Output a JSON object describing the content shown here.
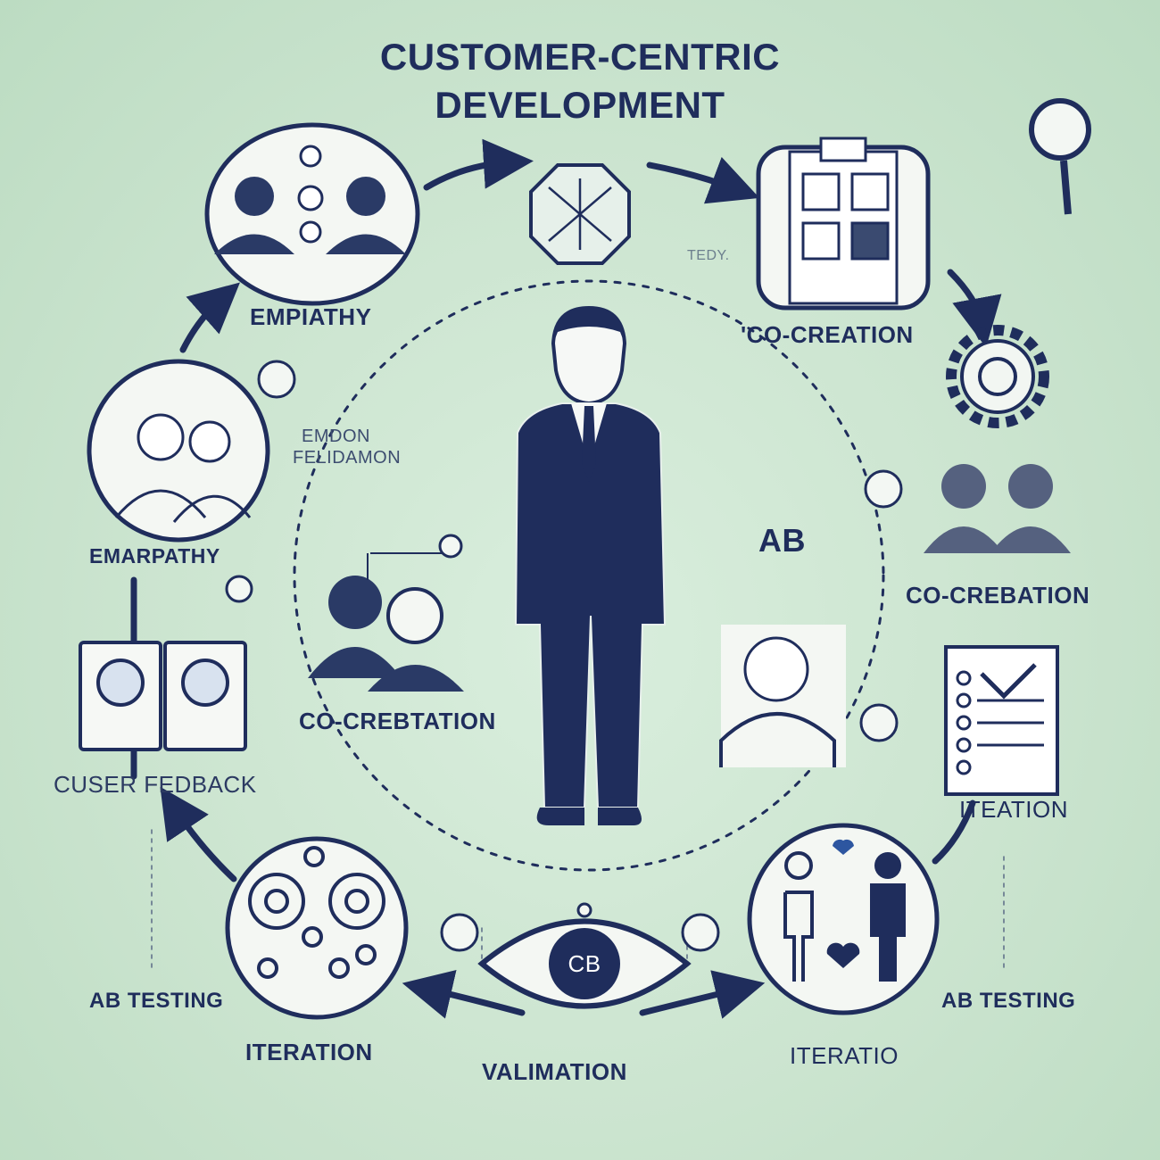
{
  "title": {
    "line1": "CUSTOMER-CENTRIC",
    "line2": "DEVELOPMENT"
  },
  "labels": {
    "empathy_top": "EMPIATHY",
    "cocreation_top": "'CO-CREATION",
    "emdon": "EMDON",
    "felidamon": "FELIDAMON",
    "emarpathy": "EMARPATHY",
    "ab_center": "AB",
    "cocreation_right": "CO-CREBATION",
    "cocreation_center": "CO-CREBTATION",
    "user_feedback": "CUSER FEDBACK",
    "iteation_right": "ITEATION",
    "ab_testing_left": "AB TESTING",
    "ab_testing_right": "AB TESTING",
    "iteration_left": "ITERATION",
    "validation": "VALIMATION",
    "iteration_right": "ITERATIO",
    "eye_badge": "CB",
    "faint_top": "TEDY."
  },
  "colors": {
    "navy": "#1f2d5c",
    "background": "#cbe4cf"
  }
}
